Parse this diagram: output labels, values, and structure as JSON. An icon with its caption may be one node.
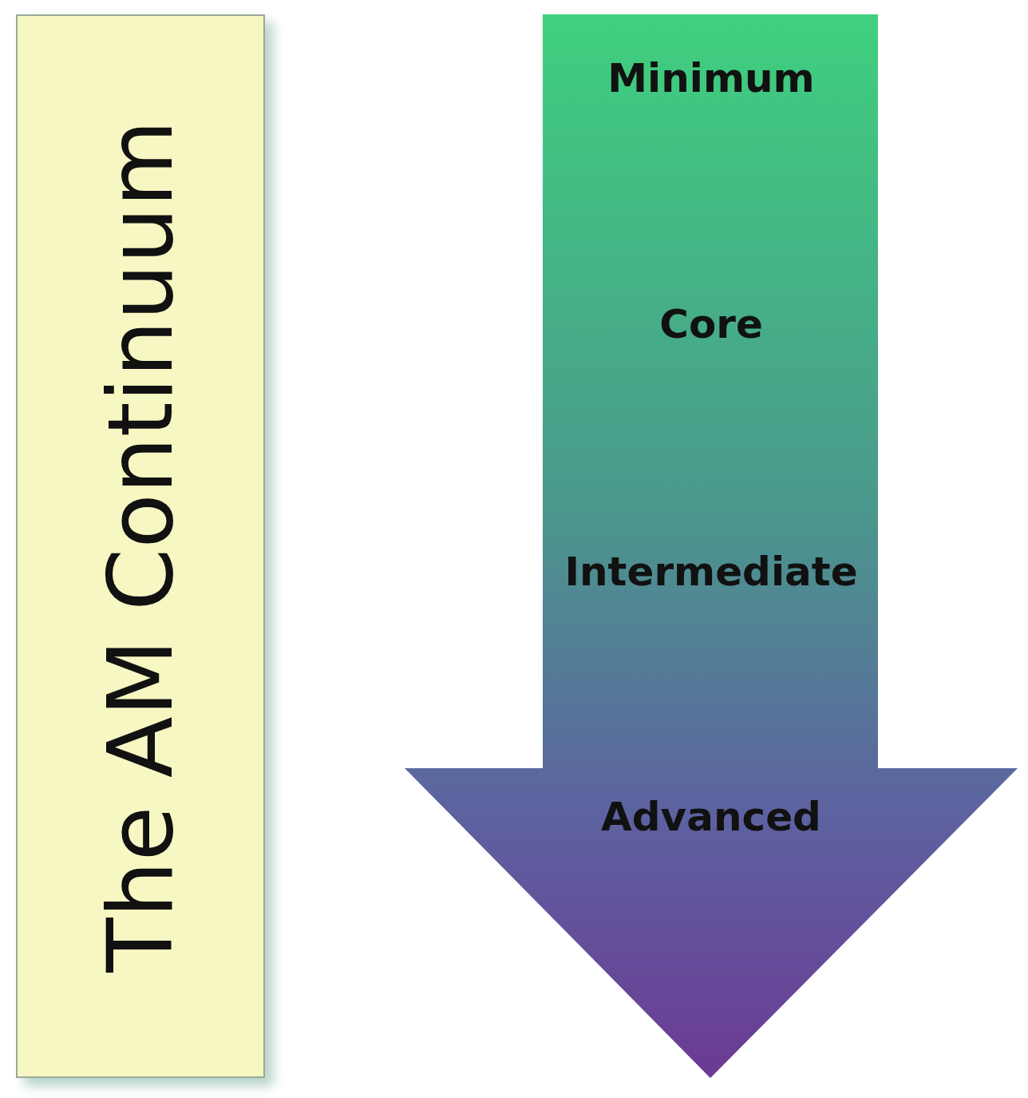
{
  "diagram": {
    "nodes": [
      {
        "text": [
          "The AM Continuum"
        ]
      },
      {
        "text": [
          "Minimum",
          "Core",
          "Intermediate",
          "Advanced"
        ]
      }
    ]
  }
}
